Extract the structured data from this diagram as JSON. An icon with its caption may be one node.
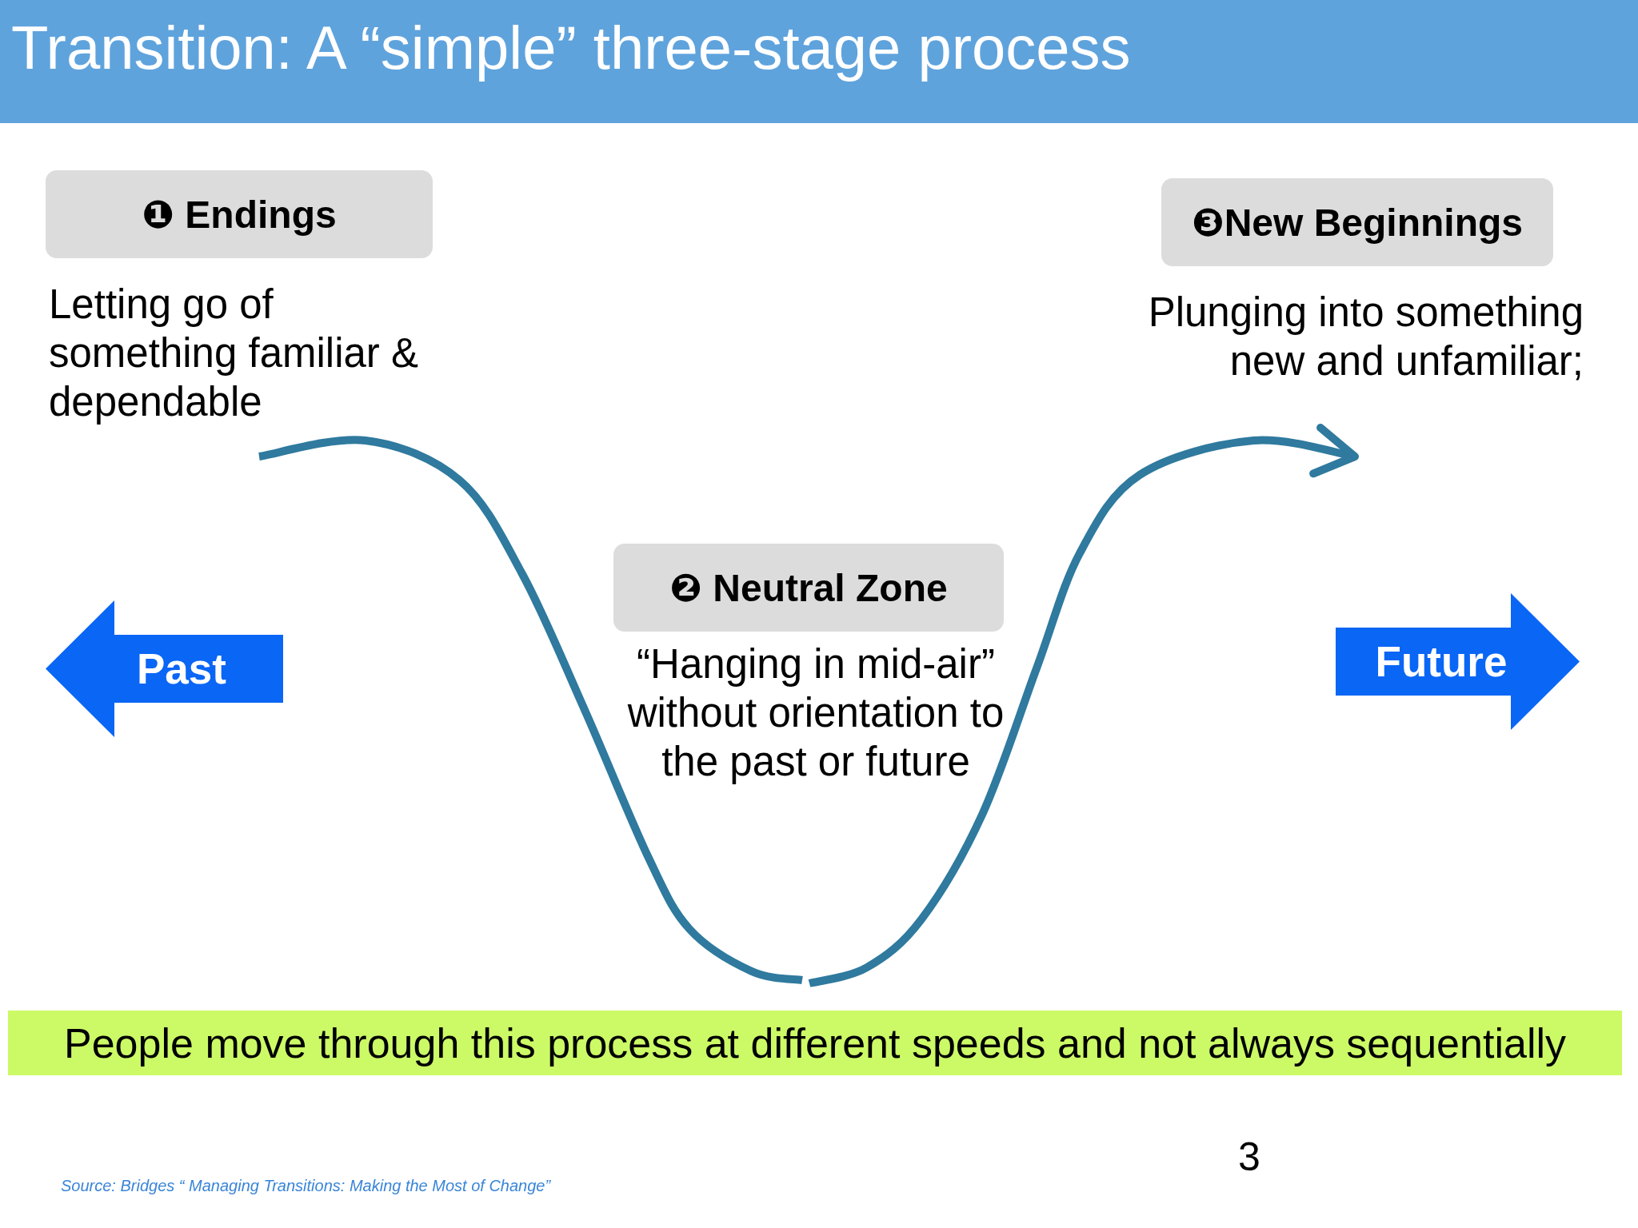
{
  "diagram": {
    "title": "Transition: A “simple” three-stage process",
    "nodes": [
      {
        "text": [
          "❶ Endings"
        ],
        "beside": [
          "Letting go of something familiar & dependable"
        ]
      },
      {
        "text": [
          "❸New Beginnings"
        ],
        "beside": [
          "Plunging into something new and unfamiliar;"
        ]
      },
      {
        "text": [
          "❷ Neutral Zone"
        ],
        "beside": [
          "“Hanging in mid-air” without orientation to the past or future"
        ]
      },
      {
        "text": [
          "Past"
        ]
      },
      {
        "text": [
          "Future"
        ]
      },
      {
        "text": [
          "People move through this process at different speeds and not always sequentially"
        ]
      }
    ],
    "labels": [
      "3",
      "Source: Bridges “ Managing Transitions: Making the Most of Change”"
    ]
  }
}
